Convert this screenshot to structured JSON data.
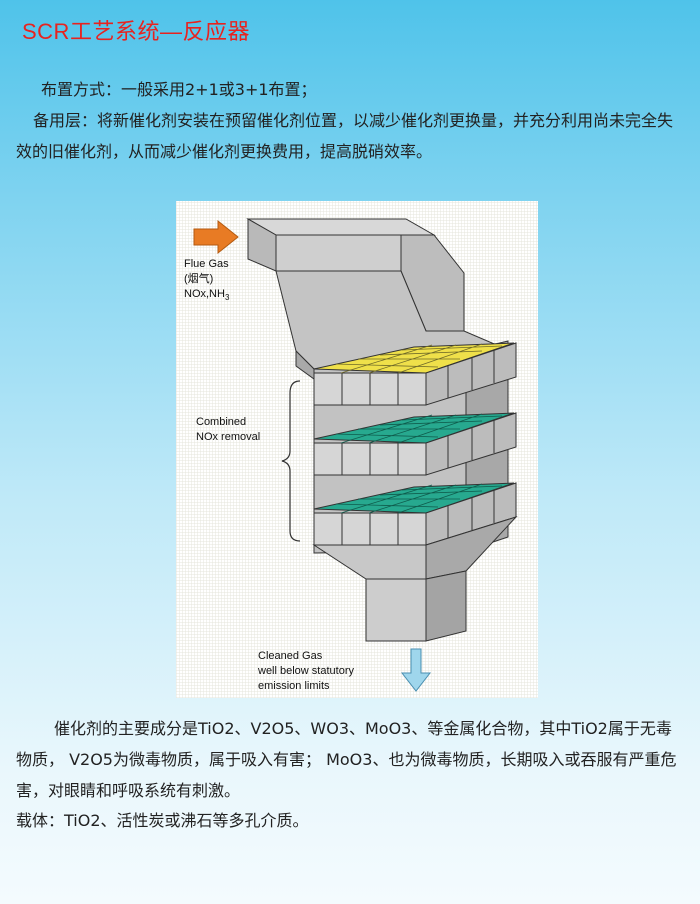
{
  "title": "SCR工艺系统—反应器",
  "intro": {
    "layout": "布置方式：一般采用2+1或3+1布置；",
    "spare": "备用层：将新催化剂安装在预留催化剂位置，以减少催化剂更换量，并充分利用尚未完全失效的旧催化剂，从而减少催化剂更换费用，提高脱硝效率。"
  },
  "figure": {
    "flue_gas": "Flue Gas",
    "flue_gas_cn": "(烟气)",
    "nox_nh3_prefix": "NOx,NH",
    "nox_nh3_sub": "3",
    "combined_line1": "Combined",
    "combined_line2": "NOx removal",
    "cleaned_line1": "Cleaned Gas",
    "cleaned_line2": "well below statutory",
    "cleaned_line3": "emission limits",
    "colors": {
      "inlet_arrow": "#e87b24",
      "outlet_arrow": "#9fd6ec",
      "catalyst_top": "#efe04a",
      "catalyst_active": "#27a98f",
      "casing": "#c9c9c9"
    }
  },
  "body": {
    "composition": "催化剂的主要成分是TiO2、V2O5、WO3、MoO3、等金属化合物，其中TiO2属于无毒物质， V2O5为微毒物质，属于吸入有害； MoO3、也为微毒物质，长期吸入或吞服有严重危害，对眼睛和呼吸系统有刺激。",
    "carrier": "载体：TiO2、活性炭或沸石等多孔介质。"
  }
}
